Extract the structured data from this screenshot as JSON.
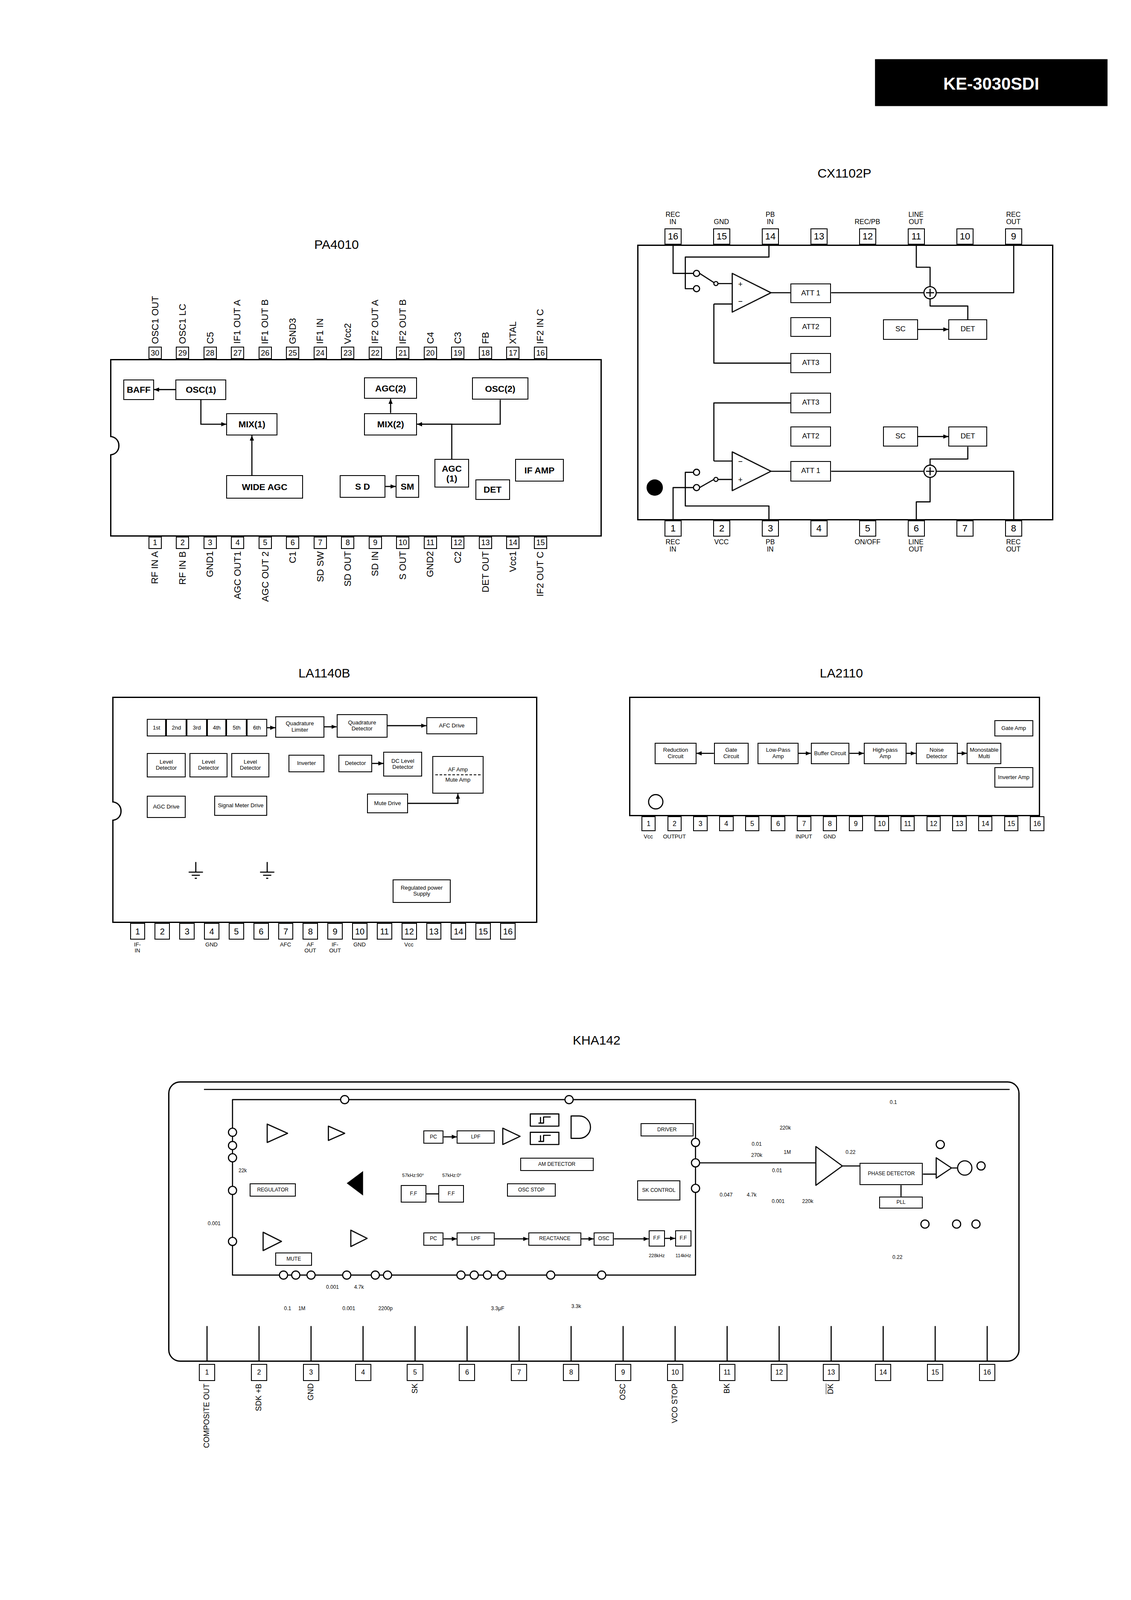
{
  "diagram": {
    "nodes": [
      {
        "text": [
          "PA4010"
        ]
      },
      {
        "text": [
          "BAFF"
        ],
        "in": 0
      },
      {
        "text": [
          "OSC(1)"
        ],
        "in": 0
      },
      {
        "text": [
          "MIX(1)"
        ],
        "in": 0
      },
      {
        "text": [
          "AGC(2)"
        ],
        "in": 0
      },
      {
        "text": [
          "MIX(2)"
        ],
        "in": 0
      },
      {
        "text": [
          "OSC(2)"
        ],
        "in": 0
      },
      {
        "text": [
          "WIDE AGC"
        ],
        "in": 0
      },
      {
        "text": [
          "S D"
        ],
        "in": 0
      },
      {
        "text": [
          "SM"
        ],
        "in": 0
      },
      {
        "text": [
          "AGC (1)"
        ],
        "in": 0
      },
      {
        "text": [
          "DET"
        ],
        "in": 0
      },
      {
        "text": [
          "IF AMP"
        ],
        "in": 0
      },
      {
        "text": [
          "30",
          "OSC1 OUT"
        ]
      },
      {
        "text": [
          "29",
          "OSC1 LC"
        ]
      },
      {
        "text": [
          "28",
          "C5"
        ]
      },
      {
        "text": [
          "27",
          "IF1 OUT A"
        ]
      },
      {
        "text": [
          "26",
          "IF1 OUT B"
        ]
      },
      {
        "text": [
          "25",
          "GND3"
        ]
      },
      {
        "text": [
          "24",
          "IF1 IN"
        ]
      },
      {
        "text": [
          "23",
          "Vcc2"
        ]
      },
      {
        "text": [
          "22",
          "IF2 OUT A"
        ]
      },
      {
        "text": [
          "21",
          "IF2 OUT B"
        ]
      },
      {
        "text": [
          "20",
          "C4"
        ]
      },
      {
        "text": [
          "19",
          "C3"
        ]
      },
      {
        "text": [
          "18",
          "FB"
        ]
      },
      {
        "text": [
          "17",
          "XTAL"
        ]
      },
      {
        "text": [
          "16",
          "IF2 IN C"
        ]
      },
      {
        "text": [
          "1",
          "RF IN A"
        ]
      },
      {
        "text": [
          "2",
          "RF IN B"
        ]
      },
      {
        "text": [
          "3",
          "GND1"
        ]
      },
      {
        "text": [
          "4",
          "AGC OUT1"
        ]
      },
      {
        "text": [
          "5",
          "AGC OUT 2"
        ]
      },
      {
        "text": [
          "6",
          "C1"
        ]
      },
      {
        "text": [
          "7",
          "SD SW"
        ]
      },
      {
        "text": [
          "8",
          "SD OUT"
        ]
      },
      {
        "text": [
          "9",
          "SD IN"
        ]
      },
      {
        "text": [
          "10",
          "S OUT"
        ]
      },
      {
        "text": [
          "11",
          "GND2"
        ]
      },
      {
        "text": [
          "12",
          "C2"
        ]
      },
      {
        "text": [
          "13",
          "DET OUT"
        ]
      },
      {
        "text": [
          "14",
          "Vcc1"
        ]
      },
      {
        "text": [
          "15",
          "IF2 OUT C"
        ]
      },
      {
        "text": [
          "CX1102P"
        ]
      },
      {
        "text": [
          "ATT 1"
        ],
        "in": 43
      },
      {
        "text": [
          "ATT2"
        ],
        "in": 43
      },
      {
        "text": [
          "SC"
        ],
        "in": 43
      },
      {
        "text": [
          "DET"
        ],
        "in": 43
      },
      {
        "text": [
          "ATT3"
        ],
        "in": 43
      },
      {
        "text": [
          "ATT3"
        ],
        "in": 43
      },
      {
        "text": [
          "ATT2"
        ],
        "in": 43
      },
      {
        "text": [
          "SC"
        ],
        "in": 43
      },
      {
        "text": [
          "DET"
        ],
        "in": 43
      },
      {
        "text": [
          "ATT 1"
        ],
        "in": 43
      },
      {
        "text": [
          "16",
          "REC IN"
        ]
      },
      {
        "text": [
          "15",
          "GND"
        ]
      },
      {
        "text": [
          "14",
          "PB IN"
        ]
      },
      {
        "text": [
          "13"
        ]
      },
      {
        "text": [
          "12",
          "REC/PB"
        ]
      },
      {
        "text": [
          "11",
          "LINE OUT"
        ]
      },
      {
        "text": [
          "10"
        ]
      },
      {
        "text": [
          "9",
          "REC OUT"
        ]
      },
      {
        "text": [
          "1",
          "REC IN"
        ]
      },
      {
        "text": [
          "2",
          "VCC"
        ]
      },
      {
        "text": [
          "3",
          "PB IN"
        ]
      },
      {
        "text": [
          "4"
        ]
      },
      {
        "text": [
          "5",
          "ON/OFF"
        ]
      },
      {
        "text": [
          "6",
          "LINE OUT"
        ]
      },
      {
        "text": [
          "7"
        ]
      },
      {
        "text": [
          "8",
          "REC OUT"
        ]
      },
      {
        "text": [
          "LA1140B"
        ]
      },
      {
        "text": [
          "1st"
        ],
        "in": 70
      },
      {
        "text": [
          "2nd"
        ],
        "in": 70
      },
      {
        "text": [
          "3rd"
        ],
        "in": 70
      },
      {
        "text": [
          "4th"
        ],
        "in": 70
      },
      {
        "text": [
          "5th"
        ],
        "in": 70
      },
      {
        "text": [
          "6th"
        ],
        "in": 70
      },
      {
        "text": [
          "Quadrature Limiter"
        ],
        "in": 70
      },
      {
        "text": [
          "Quadrature Detector"
        ],
        "in": 70
      },
      {
        "text": [
          "AFC Drive"
        ],
        "in": 70
      },
      {
        "text": [
          "Level Detector"
        ],
        "in": 70
      },
      {
        "text": [
          "Level Detector"
        ],
        "in": 70
      },
      {
        "text": [
          "Level Detector"
        ],
        "in": 70
      },
      {
        "text": [
          "Inverter"
        ],
        "in": 70
      },
      {
        "text": [
          "Detector"
        ],
        "in": 70
      },
      {
        "text": [
          "DC Level Detector"
        ],
        "in": 70
      },
      {
        "text": [
          "AF Amp",
          "Mute Amp"
        ],
        "in": 70
      },
      {
        "text": [
          "AGC Drive"
        ],
        "in": 70
      },
      {
        "text": [
          "Signal Meter Drive"
        ],
        "in": 70
      },
      {
        "text": [
          "Mute Drive"
        ],
        "in": 70
      },
      {
        "text": [
          "Regulated power Supply"
        ],
        "in": 70
      },
      {
        "text": [
          "1",
          "IF-IN"
        ]
      },
      {
        "text": [
          "2"
        ]
      },
      {
        "text": [
          "3"
        ]
      },
      {
        "text": [
          "4",
          "GND"
        ]
      },
      {
        "text": [
          "5"
        ]
      },
      {
        "text": [
          "6"
        ]
      },
      {
        "text": [
          "7",
          "AFC"
        ]
      },
      {
        "text": [
          "8",
          "AF OUT"
        ]
      },
      {
        "text": [
          "9",
          "IF-OUT"
        ]
      },
      {
        "text": [
          "10",
          "GND"
        ]
      },
      {
        "text": [
          "11"
        ]
      },
      {
        "text": [
          "12",
          "Vcc"
        ]
      },
      {
        "text": [
          "13"
        ]
      },
      {
        "text": [
          "14"
        ]
      },
      {
        "text": [
          "15"
        ]
      },
      {
        "text": [
          "16"
        ]
      },
      {
        "text": [
          "LA2110"
        ]
      },
      {
        "text": [
          "Reduction Circuit"
        ],
        "in": 107
      },
      {
        "text": [
          "Gate Circuit"
        ],
        "in": 107
      },
      {
        "text": [
          "Low-Pass Amp"
        ],
        "in": 107
      },
      {
        "text": [
          "Buffer Circuit"
        ],
        "in": 107
      },
      {
        "text": [
          "High-pass Amp"
        ],
        "in": 107
      },
      {
        "text": [
          "Noise Detector"
        ],
        "in": 107
      },
      {
        "text": [
          "Monostable Multi"
        ],
        "in": 107
      },
      {
        "text": [
          "Gate Amp"
        ],
        "in": 107
      },
      {
        "text": [
          "Inverter Amp"
        ],
        "in": 107
      },
      {
        "text": [
          "1",
          "Vcc"
        ]
      },
      {
        "text": [
          "2",
          "OUTPUT"
        ]
      },
      {
        "text": [
          "3"
        ]
      },
      {
        "text": [
          "4"
        ]
      },
      {
        "text": [
          "5"
        ]
      },
      {
        "text": [
          "6"
        ]
      },
      {
        "text": [
          "7",
          "INPUT"
        ]
      },
      {
        "text": [
          "8",
          "GND"
        ]
      },
      {
        "text": [
          "9"
        ]
      },
      {
        "text": [
          "10"
        ]
      },
      {
        "text": [
          "11"
        ]
      },
      {
        "text": [
          "12"
        ]
      },
      {
        "text": [
          "13"
        ]
      },
      {
        "text": [
          "14"
        ]
      },
      {
        "text": [
          "15"
        ]
      },
      {
        "text": [
          "16"
        ]
      },
      {
        "text": [
          "KHA142"
        ]
      },
      {
        "text": [
          "REGULATOR"
        ],
        "in": 133
      },
      {
        "text": [
          "MUTE"
        ],
        "in": 133
      },
      {
        "text": [
          "PC"
        ],
        "in": 133
      },
      {
        "text": [
          "LPF"
        ],
        "in": 133
      },
      {
        "text": [
          "F.F"
        ],
        "in": 133
      },
      {
        "text": [
          "F.F"
        ],
        "in": 133
      },
      {
        "text": [
          "AM DETECTOR"
        ],
        "in": 133
      },
      {
        "text": [
          "OSC STOP"
        ],
        "in": 133
      },
      {
        "text": [
          "DRIVER"
        ],
        "in": 133
      },
      {
        "text": [
          "SK CONTROL"
        ],
        "in": 133
      },
      {
        "text": [
          "PC"
        ],
        "in": 133
      },
      {
        "text": [
          "LPF"
        ],
        "in": 133
      },
      {
        "text": [
          "REACTANCE"
        ],
        "in": 133
      },
      {
        "text": [
          "OSC"
        ],
        "in": 133
      },
      {
        "text": [
          "F.F"
        ],
        "in": 133
      },
      {
        "text": [
          "F.F"
        ],
        "in": 133
      },
      {
        "text": [
          "PHASE DETECTOR"
        ],
        "in": 133
      },
      {
        "text": [
          "PLL"
        ],
        "in": 133
      },
      {
        "text": [
          "1",
          "COMPOSITE OUT"
        ]
      },
      {
        "text": [
          "2",
          "SDK +B"
        ]
      },
      {
        "text": [
          "3",
          "GND"
        ]
      },
      {
        "text": [
          "4"
        ]
      },
      {
        "text": [
          "5",
          "SK"
        ]
      },
      {
        "text": [
          "6"
        ]
      },
      {
        "text": [
          "7"
        ]
      },
      {
        "text": [
          "8"
        ]
      },
      {
        "text": [
          "9",
          "OSC"
        ]
      },
      {
        "text": [
          "10",
          "VCO STOP"
        ]
      },
      {
        "text": [
          "11",
          "BK"
        ]
      },
      {
        "text": [
          "12"
        ]
      },
      {
        "text": [
          "13",
          "DK"
        ]
      },
      {
        "text": [
          "14"
        ]
      },
      {
        "text": [
          "15"
        ]
      },
      {
        "text": [
          "16"
        ]
      }
    ],
    "edges": [
      {
        "from": 2,
        "to": 1,
        "arrow": "to"
      },
      {
        "from": 2,
        "to": 3,
        "arrow": "to"
      },
      {
        "from": 6,
        "to": 5,
        "arrow": "to"
      },
      {
        "from": 5,
        "to": 4,
        "arrow": "to"
      },
      {
        "from": 10,
        "to": 5,
        "arrow": "to"
      },
      {
        "from": 8,
        "to": 9,
        "arrow": "to"
      },
      {
        "from": 7,
        "to": 3,
        "arrow": "to"
      },
      {
        "from": 46,
        "to": 47,
        "arrow": "to"
      },
      {
        "from": 51,
        "to": 52,
        "arrow": "to"
      },
      {
        "from": 76,
        "to": 77,
        "arrow": "to"
      },
      {
        "from": 77,
        "to": 78,
        "arrow": "to"
      },
      {
        "from": 78,
        "to": 79,
        "arrow": "to"
      },
      {
        "from": 84,
        "to": 85,
        "arrow": "to"
      },
      {
        "from": 89,
        "to": 86,
        "arrow": "to"
      },
      {
        "from": 109,
        "to": 108,
        "arrow": "to"
      },
      {
        "from": 110,
        "to": 111,
        "arrow": "to"
      },
      {
        "from": 111,
        "to": 112,
        "arrow": "to"
      },
      {
        "from": 112,
        "to": 113,
        "arrow": "to"
      },
      {
        "from": 113,
        "to": 114,
        "arrow": "to"
      },
      {
        "from": 136,
        "to": 137,
        "arrow": "to"
      },
      {
        "from": 138,
        "to": 139,
        "arrow": "none"
      },
      {
        "from": 144,
        "to": 145,
        "arrow": "to"
      },
      {
        "from": 145,
        "to": 146,
        "arrow": "to"
      },
      {
        "from": 146,
        "to": 147,
        "arrow": "to"
      },
      {
        "from": 147,
        "to": 148,
        "arrow": "to"
      },
      {
        "from": 148,
        "to": 149,
        "arrow": "to"
      },
      {
        "from": 150,
        "to": 151,
        "arrow": "none"
      }
    ],
    "labels": [
      "KE-3030SDI",
      "+",
      "−",
      "−",
      "+",
      "57kHz:90°",
      "57kHz:0°",
      "228kHz",
      "114kHz",
      "22k",
      "0.001",
      "0.1",
      "1M",
      "0.001",
      "4.7k",
      "0.001",
      "2200p",
      "3.3μF",
      "3.3k",
      "220k",
      "0.01",
      "270k",
      "1M",
      "0.01",
      "0.047",
      "4.7k",
      "0.001",
      "220k",
      "0.22",
      "0.1",
      "0.22"
    ]
  }
}
